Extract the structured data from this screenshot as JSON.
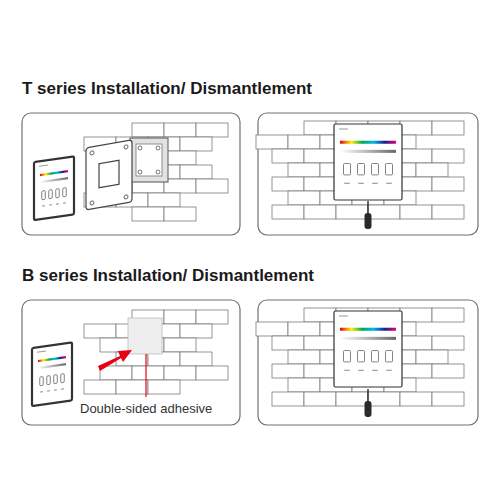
{
  "diagram": {
    "labels": [
      "T series Installation/ Dismantlement",
      "B series Installation/ Dismantlement",
      "Double-sided adhesive"
    ]
  }
}
